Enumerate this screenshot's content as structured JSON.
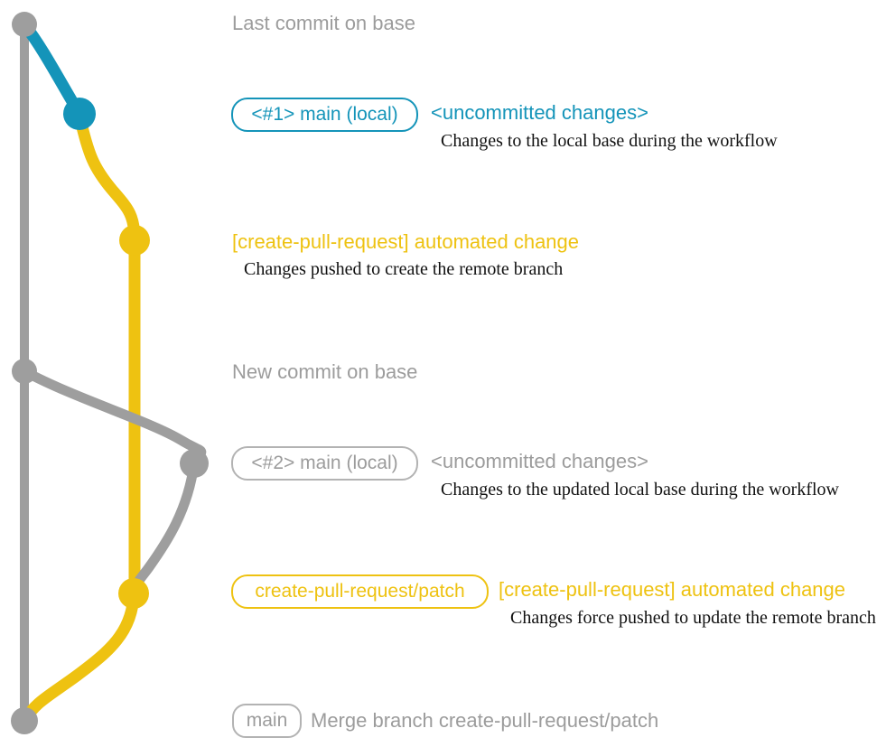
{
  "colors": {
    "blue": "#1494b9",
    "yellow": "#eec211",
    "gray": "#9e9e9e",
    "grayText": "#9c9c9c",
    "grayBorder": "#b3b3b3",
    "noteText": "#111111"
  },
  "annotations": {
    "last_commit": "Last commit on base",
    "new_commit": "New commit on base",
    "merge_message": "Merge branch create-pull-request/patch"
  },
  "labels": {
    "branch1": "<#1> main (local)",
    "branch1_status": "<uncommitted changes>",
    "branch1_note": "Changes to the local base during the workflow",
    "cpr_change1": "[create-pull-request] automated change",
    "cpr_note1": "Changes pushed to create the remote branch",
    "branch2": "<#2> main (local)",
    "branch2_status": "<uncommitted changes>",
    "branch2_note": "Changes to the updated local base during the workflow",
    "patch_branch": "create-pull-request/patch",
    "cpr_change2": "[create-pull-request] automated change",
    "cpr_note2": "Changes force pushed to update the remote branch",
    "main_branch": "main"
  },
  "graph": {
    "commit_count": 7,
    "branches_shown": [
      "base",
      "main (local)",
      "create-pull-request/patch"
    ]
  }
}
